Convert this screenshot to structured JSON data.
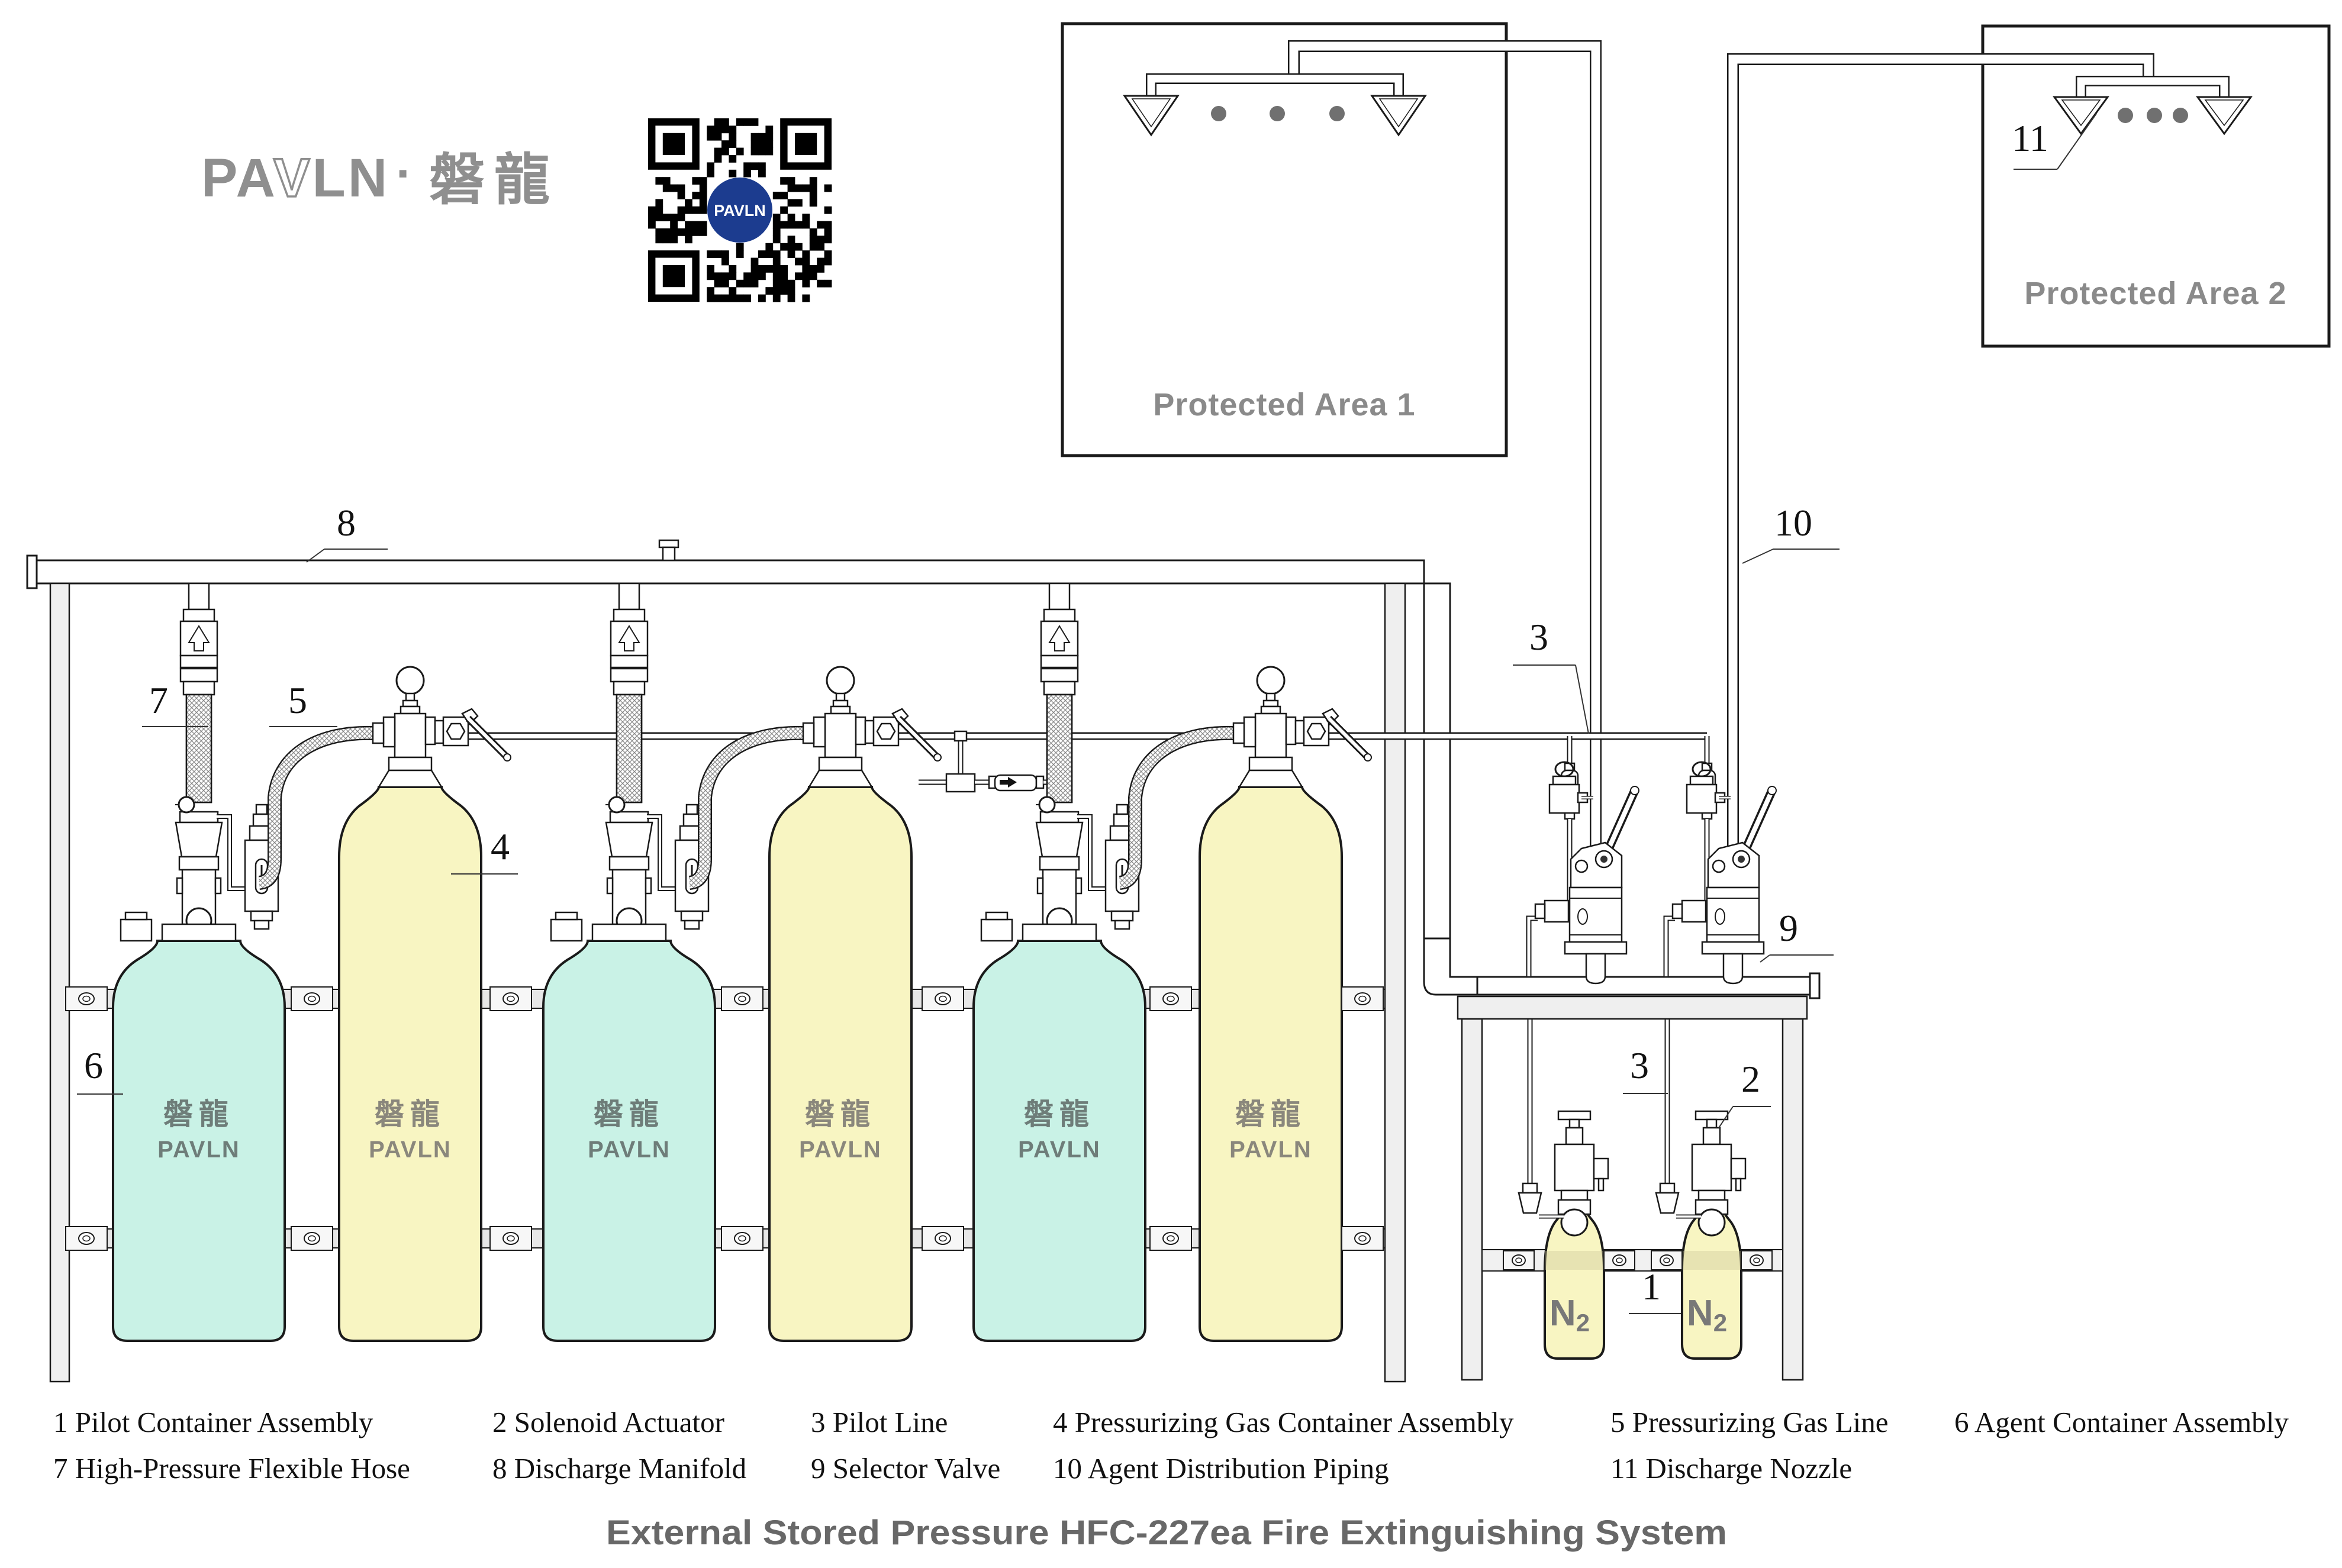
{
  "brand": {
    "logo_latin_pre": "PA",
    "logo_latin_outline": "V",
    "logo_latin_post": "LN",
    "logo_separator": "·",
    "logo_cjk": "磐龍",
    "qr_center_text": "PAVLN"
  },
  "protected_areas": [
    {
      "label": "Protected Area 1",
      "nozzle_count": 2,
      "dot_count": 3
    },
    {
      "label": "Protected Area 2",
      "nozzle_count": 2,
      "dot_count": 3
    }
  ],
  "containers": {
    "agent": {
      "count": 3,
      "label_cjk": "磐龍",
      "label_latin": "PAVLN"
    },
    "pressurizing_gas": {
      "count": 3,
      "label_cjk": "磐龍",
      "label_latin": "PAVLN"
    },
    "pilot_n2": {
      "count": 2,
      "label_main": "N",
      "label_sub": "2"
    }
  },
  "callouts": [
    {
      "id": "callout-8",
      "num": "8",
      "target": "discharge-manifold"
    },
    {
      "id": "callout-7",
      "num": "7",
      "target": "high-pressure-flexible-hose"
    },
    {
      "id": "callout-5",
      "num": "5",
      "target": "pressurizing-gas-line"
    },
    {
      "id": "callout-4",
      "num": "4",
      "target": "pressurizing-gas-container-assembly"
    },
    {
      "id": "callout-3-upper",
      "num": "3",
      "target": "pilot-line"
    },
    {
      "id": "callout-10",
      "num": "10",
      "target": "agent-distribution-piping"
    },
    {
      "id": "callout-11",
      "num": "11",
      "target": "discharge-nozzle"
    },
    {
      "id": "callout-9",
      "num": "9",
      "target": "selector-valve"
    },
    {
      "id": "callout-3-lower",
      "num": "3",
      "target": "pilot-line"
    },
    {
      "id": "callout-2",
      "num": "2",
      "target": "solenoid-actuator"
    },
    {
      "id": "callout-1",
      "num": "1",
      "target": "pilot-container-assembly"
    },
    {
      "id": "callout-6",
      "num": "6",
      "target": "agent-container-assembly"
    }
  ],
  "legend": {
    "rows": [
      [
        {
          "num": "1",
          "label": "Pilot Container Assembly"
        },
        {
          "num": "2",
          "label": "Solenoid Actuator"
        },
        {
          "num": "3",
          "label": "Pilot Line"
        },
        {
          "num": "4",
          "label": "Pressurizing Gas Container Assembly"
        },
        {
          "num": "5",
          "label": "Pressurizing Gas Line"
        },
        {
          "num": "6",
          "label": "Agent Container Assembly"
        }
      ],
      [
        {
          "num": "7",
          "label": "High-Pressure Flexible Hose"
        },
        {
          "num": "8",
          "label": "Discharge Manifold"
        },
        {
          "num": "9",
          "label": "Selector Valve"
        },
        {
          "num": "10",
          "label": "Agent Distribution Piping"
        },
        {
          "num": "11",
          "label": "Discharge Nozzle"
        }
      ]
    ]
  },
  "title": "External Stored Pressure HFC-227ea Fire Extinguishing System",
  "colors": {
    "agent_cylinder": "#c9f2e6",
    "gas_cylinder": "#f8f5c2",
    "structure_gray": "#efefef",
    "brand_gray": "#8f8f8f",
    "area_label_gray": "#8a8a8a",
    "cylinder_text": "#6e7d79",
    "title_gray": "#686868",
    "n2_text": "#787878",
    "qr_blue": "#1c3c8f",
    "dot_gray": "#707070",
    "line": "#1a1a1a"
  }
}
